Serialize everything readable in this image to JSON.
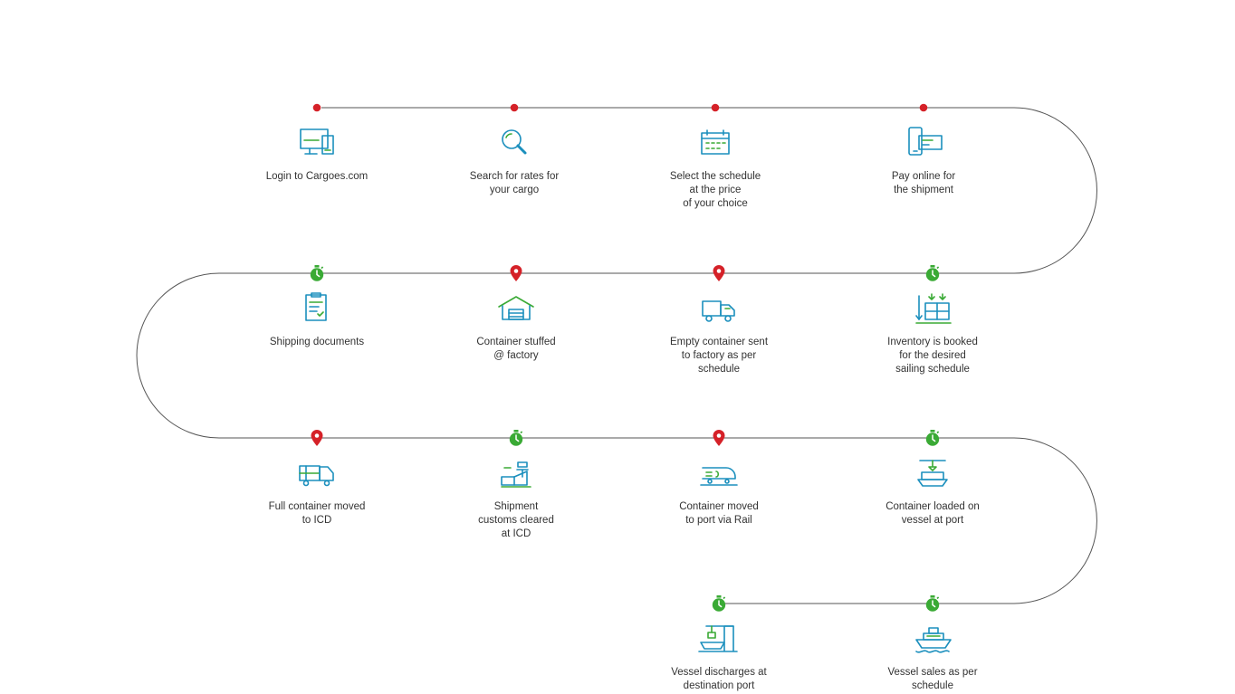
{
  "colors": {
    "track": "#555555",
    "dot": "#d52128",
    "pin": "#d52128",
    "timer": "#3aaa35",
    "icon_primary": "#1b8fbd",
    "icon_accent": "#3aaa35"
  },
  "steps": [
    {
      "label": "Login to Cargoes.com",
      "icon": "computer-icon",
      "marker": "dot"
    },
    {
      "label": "Search for rates for\nyour cargo",
      "icon": "magnifier-icon",
      "marker": "dot"
    },
    {
      "label": "Select the schedule\nat the price\nof your choice",
      "icon": "calendar-icon",
      "marker": "dot"
    },
    {
      "label": "Pay online for\nthe shipment",
      "icon": "phone-payment-icon",
      "marker": "dot"
    },
    {
      "label": "Inventory is booked\nfor the desired\nsailing schedule",
      "icon": "inventory-icon",
      "marker": "timer"
    },
    {
      "label": "Empty container sent\nto factory as per\nschedule",
      "icon": "truck-icon",
      "marker": "pin"
    },
    {
      "label": "Container stuffed\n@ factory",
      "icon": "warehouse-icon",
      "marker": "pin"
    },
    {
      "label": "Shipping documents",
      "icon": "document-icon",
      "marker": "timer"
    },
    {
      "label": "Full container moved\nto ICD",
      "icon": "container-truck-icon",
      "marker": "pin"
    },
    {
      "label": "Shipment\ncustoms cleared\nat ICD",
      "icon": "customs-icon",
      "marker": "timer"
    },
    {
      "label": "Container moved\nto port via Rail",
      "icon": "train-icon",
      "marker": "pin"
    },
    {
      "label": "Container loaded on\nvessel at port",
      "icon": "crane-loading-icon",
      "marker": "timer"
    },
    {
      "label": "Vessel sales as per\nschedule",
      "icon": "ship-icon",
      "marker": "timer"
    },
    {
      "label": "Vessel discharges at\ndestination port",
      "icon": "port-crane-icon",
      "marker": "timer"
    }
  ]
}
